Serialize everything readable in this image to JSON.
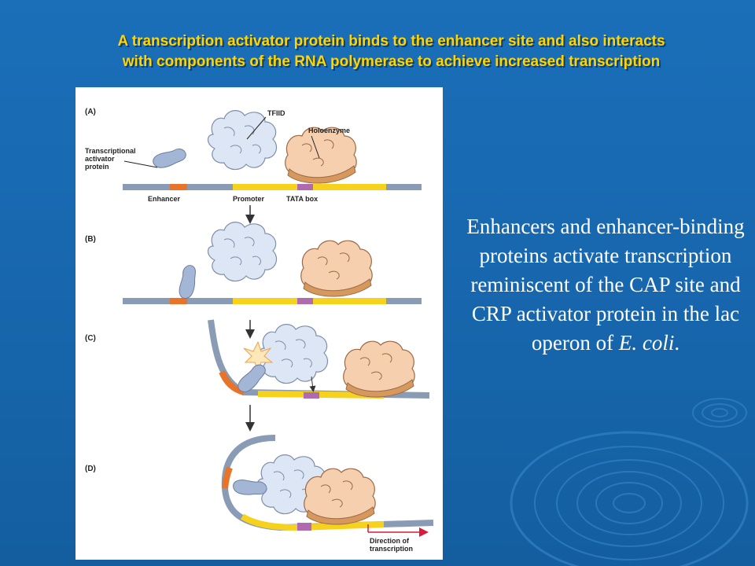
{
  "slide": {
    "title_line1": "A transcription activator protein binds to the enhancer site and also interacts",
    "title_line2": "with components of the RNA polymerase to achieve increased transcription"
  },
  "figure": {
    "panels": [
      "(A)",
      "(B)",
      "(C)",
      "(D)"
    ],
    "labels": {
      "tfiid": "TFIID",
      "holoenzyme": "Holoenzyme",
      "activator_line1": "Transcriptional",
      "activator_line2": "activator",
      "activator_line3": "protein",
      "enhancer": "Enhancer",
      "promoter": "Promoter",
      "tata_box": "TATA box",
      "direction_line1": "Direction of",
      "direction_line2": "transcription"
    },
    "colors": {
      "dna": "#8a9bb5",
      "enhancer": "#e8742a",
      "promoter": "#f6d21c",
      "tata": "#b06ab0",
      "tfiid": "#dde6f5",
      "holoenzyme": "#f6cfae",
      "activator": "#a3b6d6",
      "arrow": "#d81c3e"
    }
  },
  "caption": {
    "part1": "Enhancers and enhancer-binding proteins activate transcription reminiscent of the CAP site and CRP activator protein in the lac operon of ",
    "italic": "E. coli",
    "part2": "."
  }
}
